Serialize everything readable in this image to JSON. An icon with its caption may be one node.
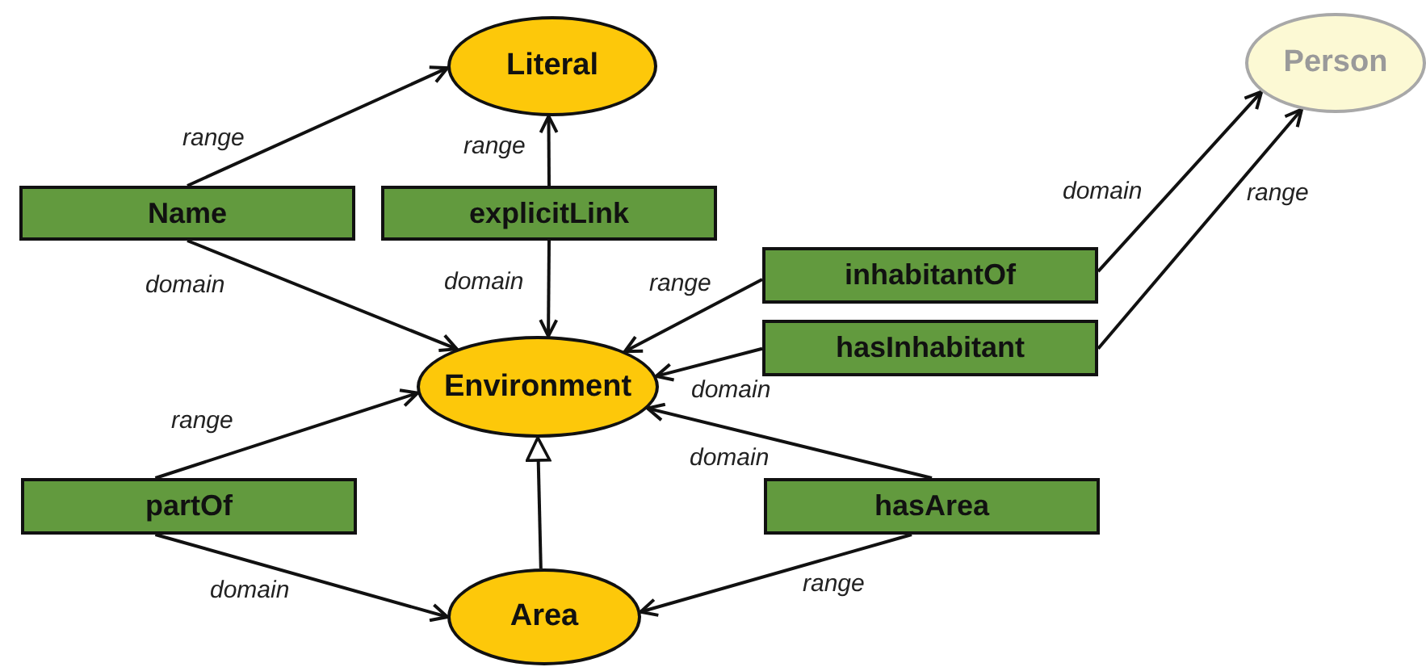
{
  "diagram": {
    "nodes": [
      {
        "text": [
          "Literal"
        ]
      },
      {
        "text": [
          "Person"
        ]
      },
      {
        "text": [
          "Name"
        ]
      },
      {
        "text": [
          "explicitLink"
        ]
      },
      {
        "text": [
          "inhabitantOf"
        ]
      },
      {
        "text": [
          "hasInhabitant"
        ]
      },
      {
        "text": [
          "Environment"
        ]
      },
      {
        "text": [
          "partOf"
        ]
      },
      {
        "text": [
          "hasArea"
        ]
      },
      {
        "text": [
          "Area"
        ]
      }
    ],
    "edges": [
      {
        "from": 2,
        "to": 0,
        "arrow": "to",
        "label": "range"
      },
      {
        "from": 2,
        "to": 6,
        "arrow": "to",
        "label": "domain"
      },
      {
        "from": 3,
        "to": 0,
        "arrow": "to",
        "label": "range"
      },
      {
        "from": 3,
        "to": 6,
        "arrow": "to",
        "label": "domain"
      },
      {
        "from": 4,
        "to": 6,
        "arrow": "to",
        "label": "range"
      },
      {
        "from": 4,
        "to": 1,
        "arrow": "to",
        "label": "domain"
      },
      {
        "from": 5,
        "to": 6,
        "arrow": "to",
        "label": "domain"
      },
      {
        "from": 5,
        "to": 1,
        "arrow": "to",
        "label": "range"
      },
      {
        "from": 8,
        "to": 6,
        "arrow": "to",
        "label": "domain"
      },
      {
        "from": 8,
        "to": 9,
        "arrow": "to",
        "label": "range"
      },
      {
        "from": 7,
        "to": 6,
        "arrow": "to",
        "label": "range"
      },
      {
        "from": 7,
        "to": 9,
        "arrow": "to",
        "label": "domain"
      },
      {
        "from": 9,
        "to": 6,
        "arrow": "to"
      }
    ]
  }
}
